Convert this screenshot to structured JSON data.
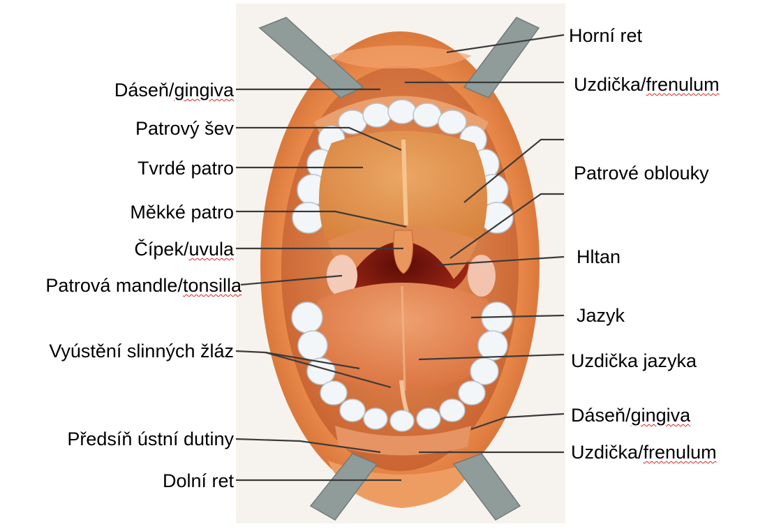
{
  "labels": {
    "left": [
      {
        "id": "gingiva_upper",
        "text": "Dáseň/",
        "extra": "gingiva"
      },
      {
        "id": "raphe",
        "text": "Patrový šev"
      },
      {
        "id": "hard_palate",
        "text": "Tvrdé patro"
      },
      {
        "id": "soft_palate",
        "text": "Měkké patro"
      },
      {
        "id": "uvula",
        "text": "Čípek/",
        "extra": "uvula"
      },
      {
        "id": "tonsil",
        "text": "Patrová mandle/",
        "extra": "tonsilla"
      },
      {
        "id": "glands",
        "text": "Vyústění slinných žláz"
      },
      {
        "id": "vestibule",
        "text": "Předsíň ústní dutiny"
      },
      {
        "id": "lower_lip",
        "text": "Dolní ret"
      }
    ],
    "right": [
      {
        "id": "upper_lip",
        "text": "Horní ret"
      },
      {
        "id": "frenulum_upper",
        "text": "Uzdička/",
        "extra": "frenulum"
      },
      {
        "id": "arches",
        "text": "Patrové oblouky"
      },
      {
        "id": "pharynx",
        "text": "Hltan"
      },
      {
        "id": "tongue",
        "text": "Jazyk"
      },
      {
        "id": "tongue_frenulum",
        "text": "Uzdička jazyka"
      },
      {
        "id": "gingiva_lower",
        "text": "Dáseň/",
        "extra": "gingiva"
      },
      {
        "id": "frenulum_lower",
        "text": "Uzdička/",
        "extra": "frenulum"
      }
    ]
  },
  "colors": {
    "lip": "#e98a4a",
    "lip_dark": "#c85a25",
    "palate": "#e49a5a",
    "throat": "#8c1a10",
    "tongue": "#e7894f",
    "teeth": "#f4f6f8",
    "retractor": "#8f9c9a"
  }
}
